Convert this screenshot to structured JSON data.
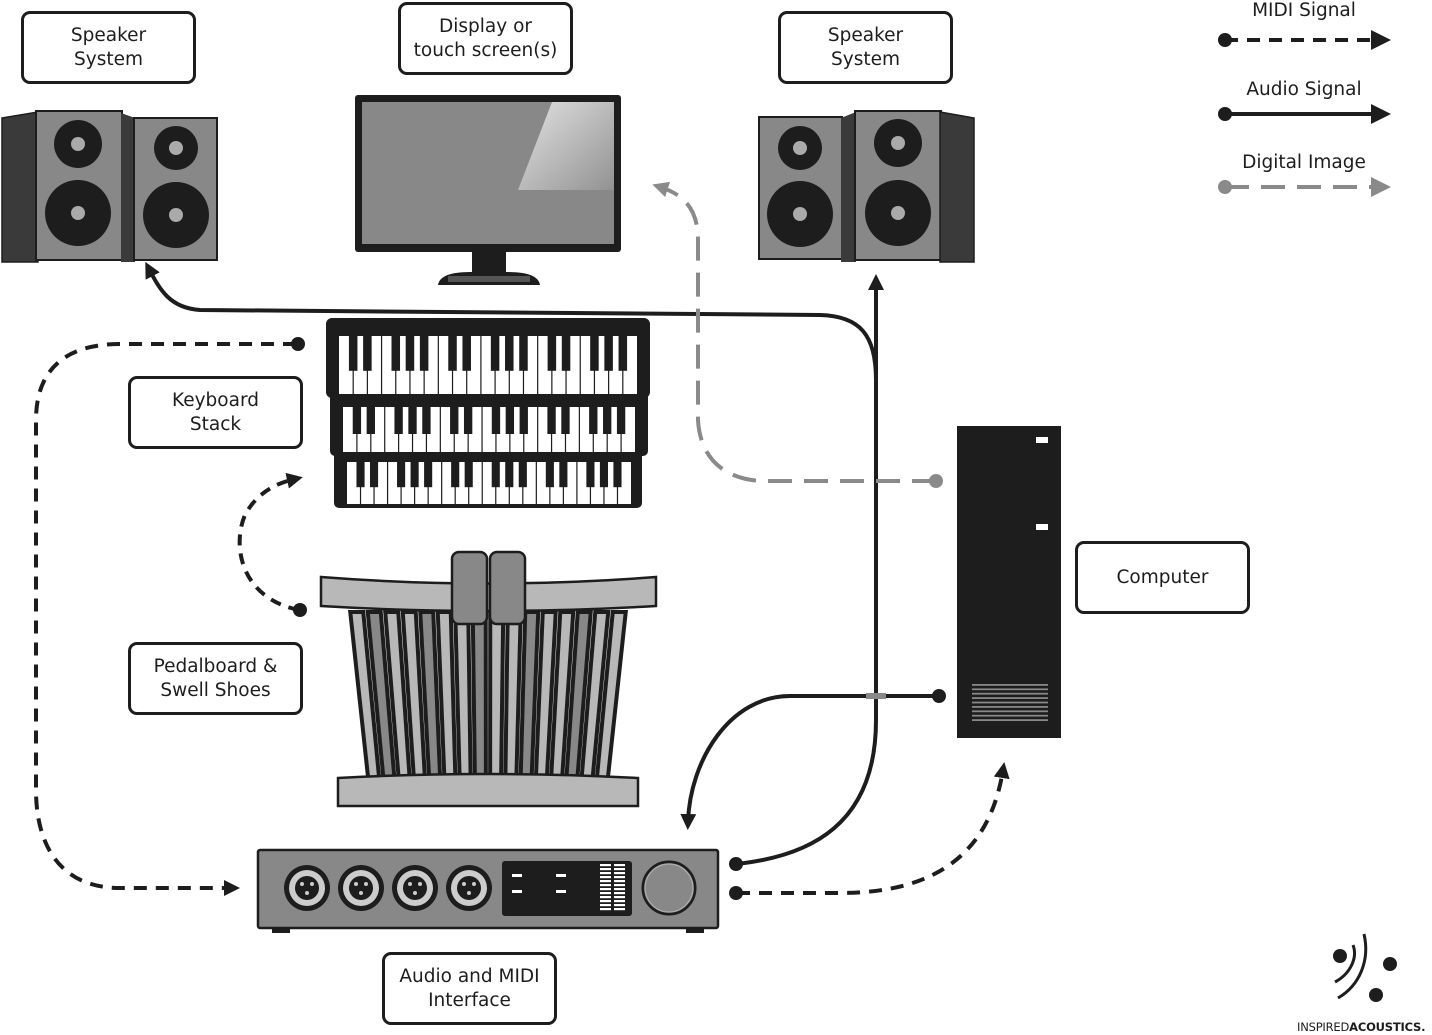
{
  "labels": {
    "speaker_left": [
      "Speaker",
      "System"
    ],
    "display": [
      "Display or",
      "touch screen(s)"
    ],
    "speaker_right": [
      "Speaker",
      "System"
    ],
    "keyboard_stack": [
      "Keyboard",
      "Stack"
    ],
    "pedalboard": [
      "Pedalboard &",
      "Swell Shoes"
    ],
    "computer": [
      "Computer"
    ],
    "interface": [
      "Audio and MIDI",
      "Interface"
    ]
  },
  "legend": {
    "midi": "MIDI Signal",
    "audio": "Audio Signal",
    "digital": "Digital Image"
  },
  "brand": {
    "part1": "INSPIRED",
    "part2": "ACOUSTICS."
  },
  "colors": {
    "ink": "#1d1d1d",
    "device_gray": "#888888",
    "dark_panel": "#3a3a3a",
    "digital_gray": "#8a8a8a"
  }
}
